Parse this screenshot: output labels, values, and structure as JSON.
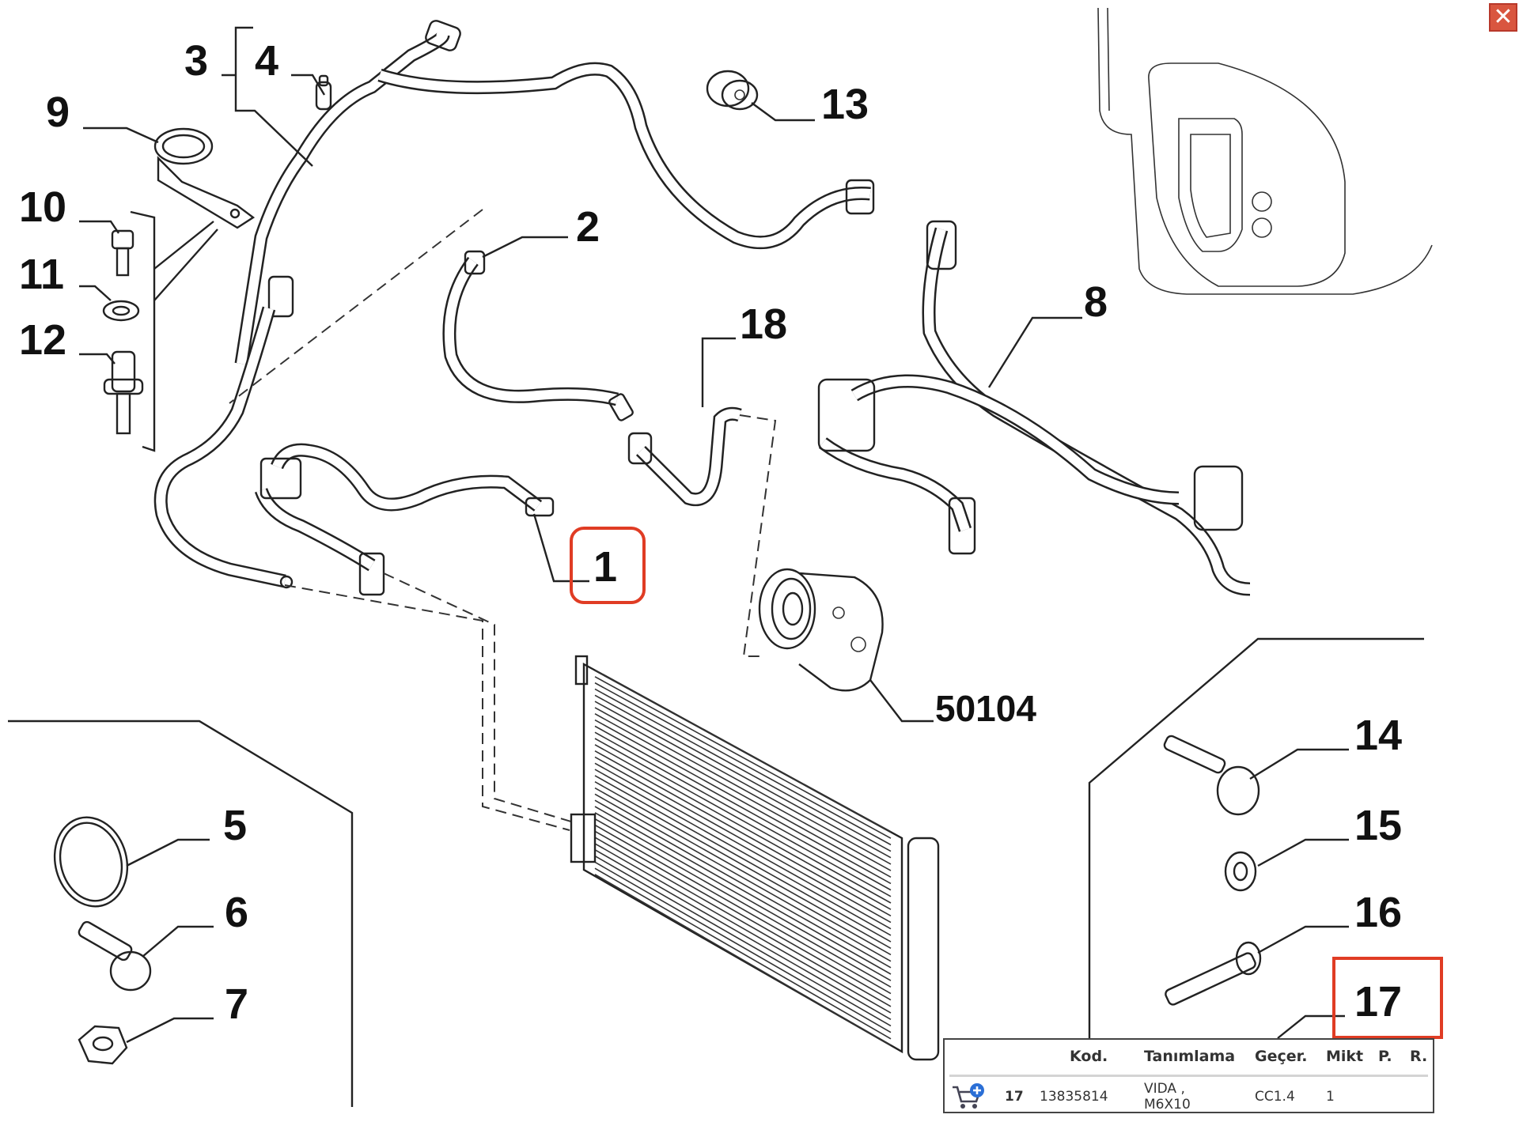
{
  "callouts": {
    "c1": "1",
    "c2": "2",
    "c3": "3",
    "c4": "4",
    "c5": "5",
    "c6": "6",
    "c7": "7",
    "c8": "8",
    "c9": "9",
    "c10": "10",
    "c11": "11",
    "c12": "12",
    "c13": "13",
    "c14": "14",
    "c15": "15",
    "c16": "16",
    "c17": "17",
    "c18": "18",
    "c50104": "50104"
  },
  "highlighted": [
    "1",
    "17"
  ],
  "colors": {
    "highlight": "#e03c24",
    "close_button": "#d9563f"
  },
  "close_button": {
    "icon": "close-icon",
    "glyph": "✕"
  },
  "info": {
    "headers": {
      "kod": "Kod.",
      "tanimlama": "Tanımlama",
      "gecer": "Geçer.",
      "mikt": "Mikt",
      "p": "P.",
      "r": "R."
    },
    "row": {
      "cart_icon": "add-to-cart-icon",
      "no": "17",
      "kod": "13835814",
      "tanimlama_line1": "VIDA ,",
      "tanimlama_line2": "M6X10",
      "gecer": "CC1.4",
      "mikt": "1"
    }
  }
}
